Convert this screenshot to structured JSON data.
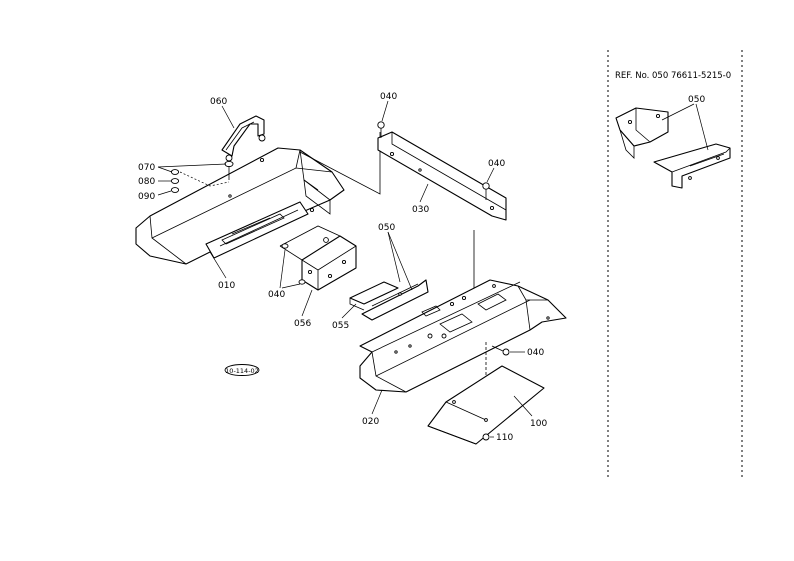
{
  "reference": "REF. No. 050 76611-5215-0",
  "drawing_code": "10-114-02",
  "callouts": {
    "c060": "060",
    "c070": "070",
    "c080": "080",
    "c090": "090",
    "c010": "010",
    "c040_top": "040",
    "c030": "030",
    "c040_right": "040",
    "c050": "050",
    "c040_left": "040",
    "c056": "056",
    "c055": "055",
    "c040_mid": "040",
    "c020": "020",
    "c100": "100",
    "c110": "110",
    "c050_ref": "050"
  }
}
